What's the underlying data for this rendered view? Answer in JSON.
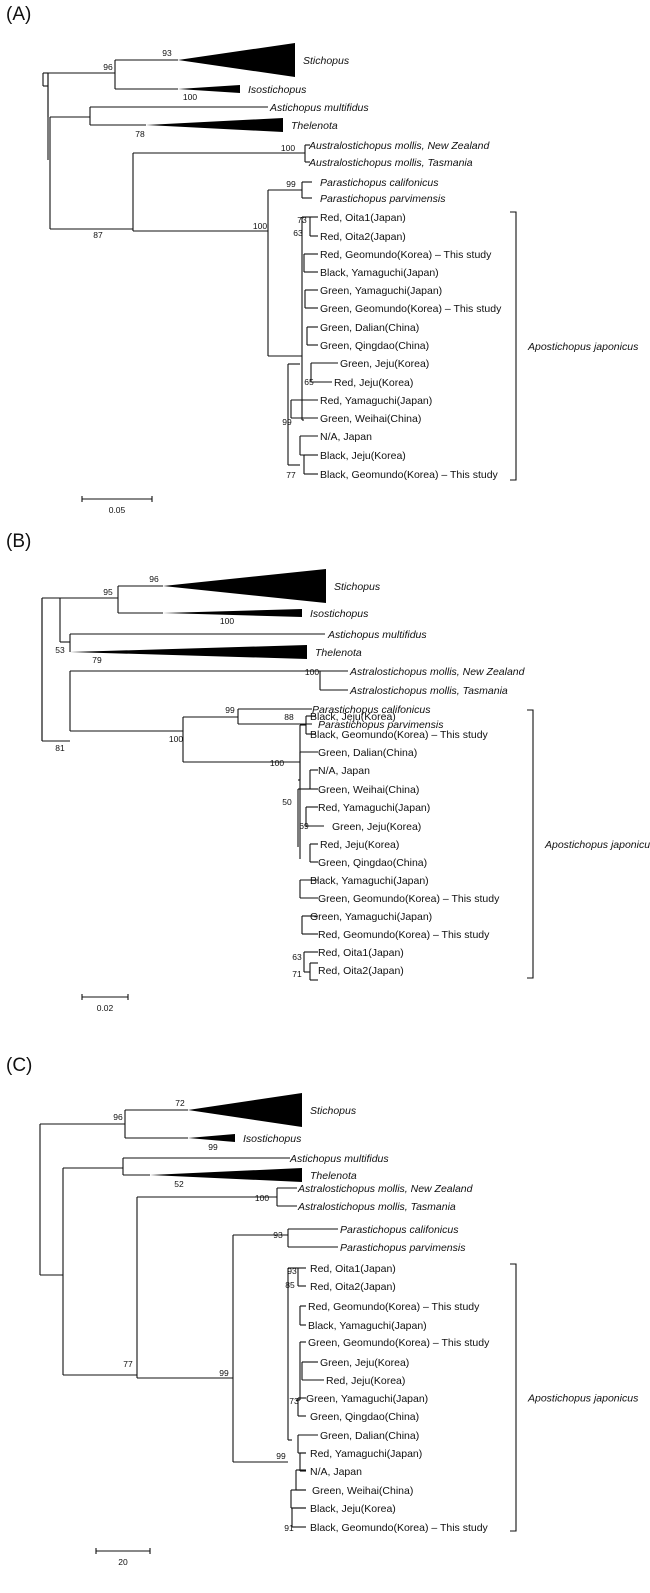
{
  "colors": {
    "line": "#111111",
    "triangle": "#000000",
    "background": "#ffffff"
  },
  "panels": [
    {
      "id": "A",
      "label": "(A)",
      "scale_bar": "0.05",
      "clade_label": "Apostichopus japonicus",
      "collapsed_clades": [
        "Stichopus",
        "Isostichopus",
        "Thelenota"
      ],
      "taxa": [
        "Astichopus multifidus",
        "Australostichopus mollis, New Zealand",
        "Australostichopus mollis, Tasmania",
        "Parastichopus califonicus",
        "Parastichopus parvimensis",
        "Red, Oita1(Japan)",
        "Red, Oita2(Japan)",
        "Red, Geomundo(Korea) – This study",
        "Black, Yamaguchi(Japan)",
        "Green, Yamaguchi(Japan)",
        "Green, Geomundo(Korea) – This study",
        "Green, Dalian(China)",
        "Green, Qingdao(China)",
        "Green, Jeju(Korea)",
        "Red, Jeju(Korea)",
        "Red, Yamaguchi(Japan)",
        "Green, Weihai(China)",
        "N/A, Japan",
        "Black, Jeju(Korea)",
        "Black, Geomundo(Korea) – This study"
      ],
      "bootstrap": [
        "93",
        "96",
        "100",
        "78",
        "100",
        "99",
        "87",
        "100",
        "73",
        "63",
        "65",
        "99",
        "77"
      ]
    },
    {
      "id": "B",
      "label": "(B)",
      "scale_bar": "0.02",
      "clade_label": "Apostichopus japonicus",
      "collapsed_clades": [
        "Stichopus",
        "Isostichopus",
        "Thelenota"
      ],
      "taxa": [
        "Astichopus multifidus",
        "Astralostichopus mollis, New Zealand",
        "Astralostichopus mollis, Tasmania",
        "Parastichopus califonicus",
        "Parastichopus parvimensis",
        "Black, Jeju(Korea)",
        "Black, Geomundo(Korea) – This study",
        "Green, Dalian(China)",
        "N/A, Japan",
        "Green, Weihai(China)",
        "Red, Yamaguchi(Japan)",
        "Green, Jeju(Korea)",
        "Red, Jeju(Korea)",
        "Green, Qingdao(China)",
        "Black, Yamaguchi(Japan)",
        "Green, Geomundo(Korea) – This study",
        "Green, Yamaguchi(Japan)",
        "Red, Geomundo(Korea) – This study",
        "Red, Oita1(Japan)",
        "Red, Oita2(Japan)"
      ],
      "bootstrap": [
        "96",
        "95",
        "100",
        "53",
        "79",
        "100",
        "81",
        "99",
        "100",
        "88",
        "100",
        "50",
        "69",
        "63",
        "71"
      ]
    },
    {
      "id": "C",
      "label": "(C)",
      "scale_bar": "20",
      "clade_label": "Apostichopus japonicus",
      "collapsed_clades": [
        "Stichopus",
        "Isostichopus",
        "Thelenota"
      ],
      "taxa": [
        "Astichopus multifidus",
        "Astralostichopus mollis, New Zealand",
        "Astralostichopus mollis, Tasmania",
        "Parastichopus califonicus",
        "Parastichopus parvimensis",
        "Red, Oita1(Japan)",
        "Red, Oita2(Japan)",
        "Red, Geomundo(Korea) – This study",
        "Black, Yamaguchi(Japan)",
        "Green, Geomundo(Korea) – This study",
        "Green, Jeju(Korea)",
        "Red, Jeju(Korea)",
        "Green, Yamaguchi(Japan)",
        "Green, Qingdao(China)",
        "Green, Dalian(China)",
        "Red, Yamaguchi(Japan)",
        "N/A, Japan",
        "Green, Weihai(China)",
        "Black, Jeju(Korea)",
        "Black, Geomundo(Korea) – This study"
      ],
      "bootstrap": [
        "72",
        "96",
        "99",
        "52",
        "100",
        "93",
        "77",
        "99",
        "93",
        "85",
        "73",
        "99",
        "91"
      ]
    }
  ]
}
